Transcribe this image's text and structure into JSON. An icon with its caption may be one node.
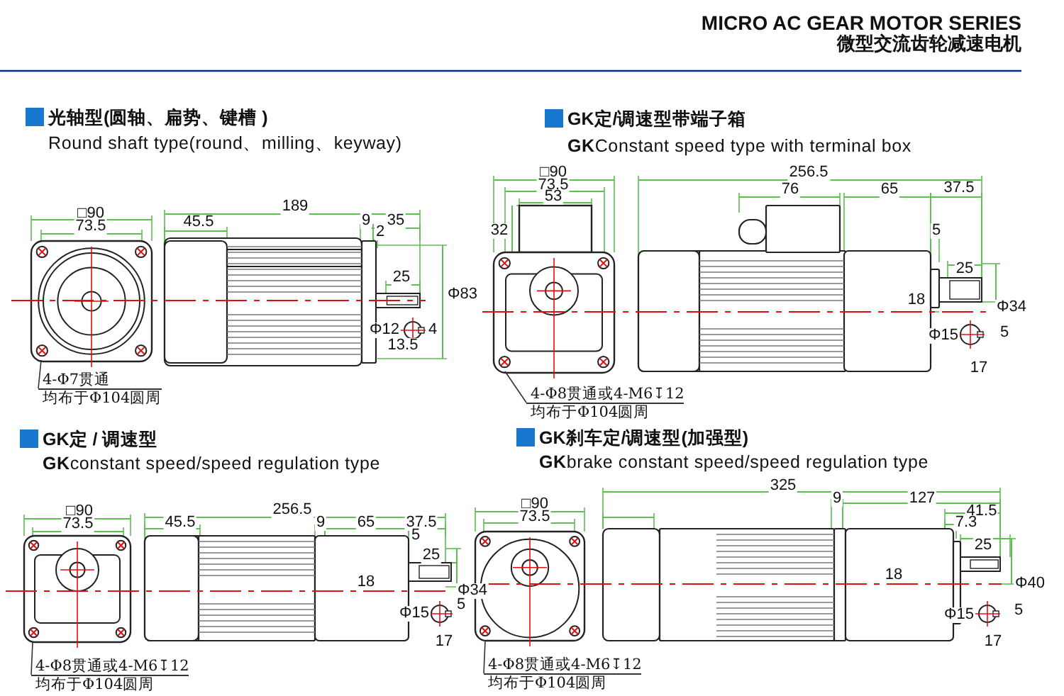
{
  "diagram": {
    "title": "MICRO AC GEAR MOTOR SERIES",
    "nodes": [
      {
        "text": [
          "4-Φ7贯通",
          "均布于Φ104圆周"
        ]
      },
      {
        "text": [
          "4-Φ8贯通或4-M6↧12",
          "均布于Φ104圆周"
        ]
      },
      {
        "text": [
          "4-Φ8贯通或4-M6↧12",
          "均布于Φ104圆周"
        ]
      },
      {
        "text": [
          "4-Φ8贯通或4-M6↧12",
          "均布于Φ104圆周"
        ]
      }
    ],
    "edges": [
      {
        "from": 0,
        "to": null,
        "arrow": "none"
      },
      {
        "from": 1,
        "to": null,
        "arrow": "none"
      },
      {
        "from": 2,
        "to": null,
        "arrow": "none"
      },
      {
        "from": 3,
        "to": null,
        "arrow": "none"
      }
    ],
    "labels": [
      "微型交流齿轮减速电机",
      "光轴型(圆轴、扁势、键槽 )",
      "Round shaft type(round、milling、keyway)",
      "□90",
      "73.5",
      "189",
      "45.5",
      "9",
      "35",
      "2",
      "25",
      "Φ83",
      "Φ12",
      "4",
      "13.5",
      "GK定/调速型带端子箱",
      "**GK**Constant speed type with terminal box",
      "□90",
      "73.5",
      "53",
      "32",
      "256.5",
      "76",
      "65",
      "37.5",
      "5",
      "25",
      "18",
      "Φ34",
      "Φ15",
      "5",
      "17",
      "GK定 / 调速型",
      "**GK**constant speed/speed regulation type",
      "□90",
      "73.5",
      "256.5",
      "45.5",
      "9",
      "65",
      "37.5",
      "5",
      "25",
      "18",
      "Φ34",
      "Φ15",
      "5",
      "17",
      "GK刹车定/调速型(加强型)",
      "**GK**brake constant speed/speed regulation type",
      "□90",
      "73.5",
      "325",
      "9",
      "127",
      "41.5",
      "7.3",
      "25",
      "18",
      "Φ40",
      "Φ15",
      "5",
      "17"
    ]
  }
}
